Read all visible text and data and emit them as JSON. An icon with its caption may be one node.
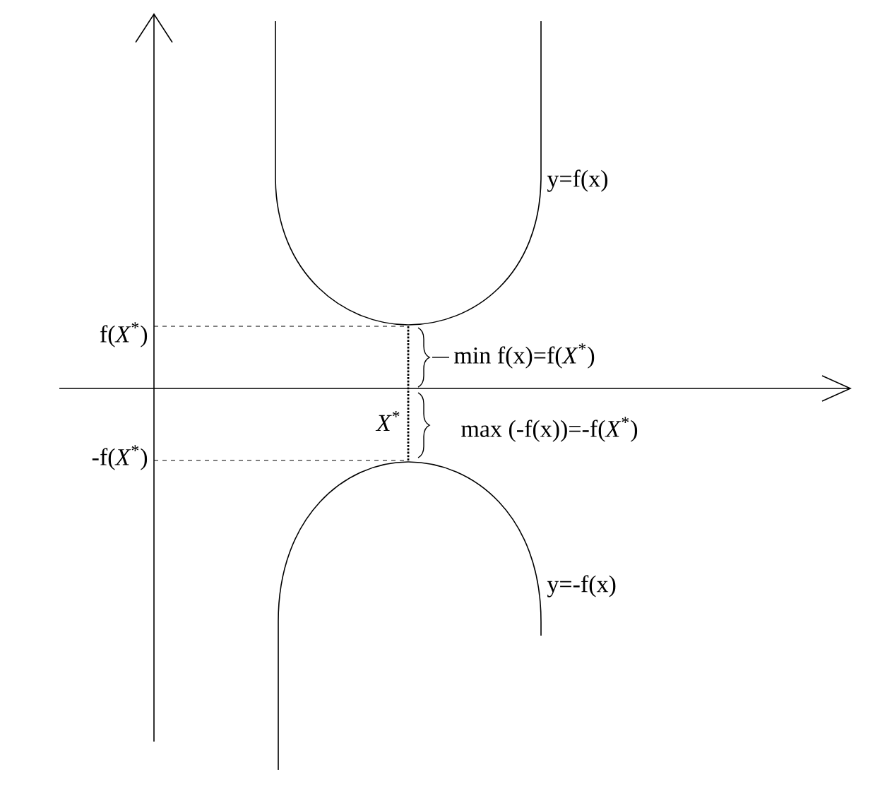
{
  "diagram": {
    "labels": [
      "y=f(x)",
      "f(*X*$^{*}$)",
      "min f(x)=f(*X*$^{*}$)",
      "*X*$^{*}$",
      "max (-f(x))=-f(*X*$^{*}$)",
      "-f(*X*$^{*}$)",
      "y=-f(x)"
    ]
  }
}
